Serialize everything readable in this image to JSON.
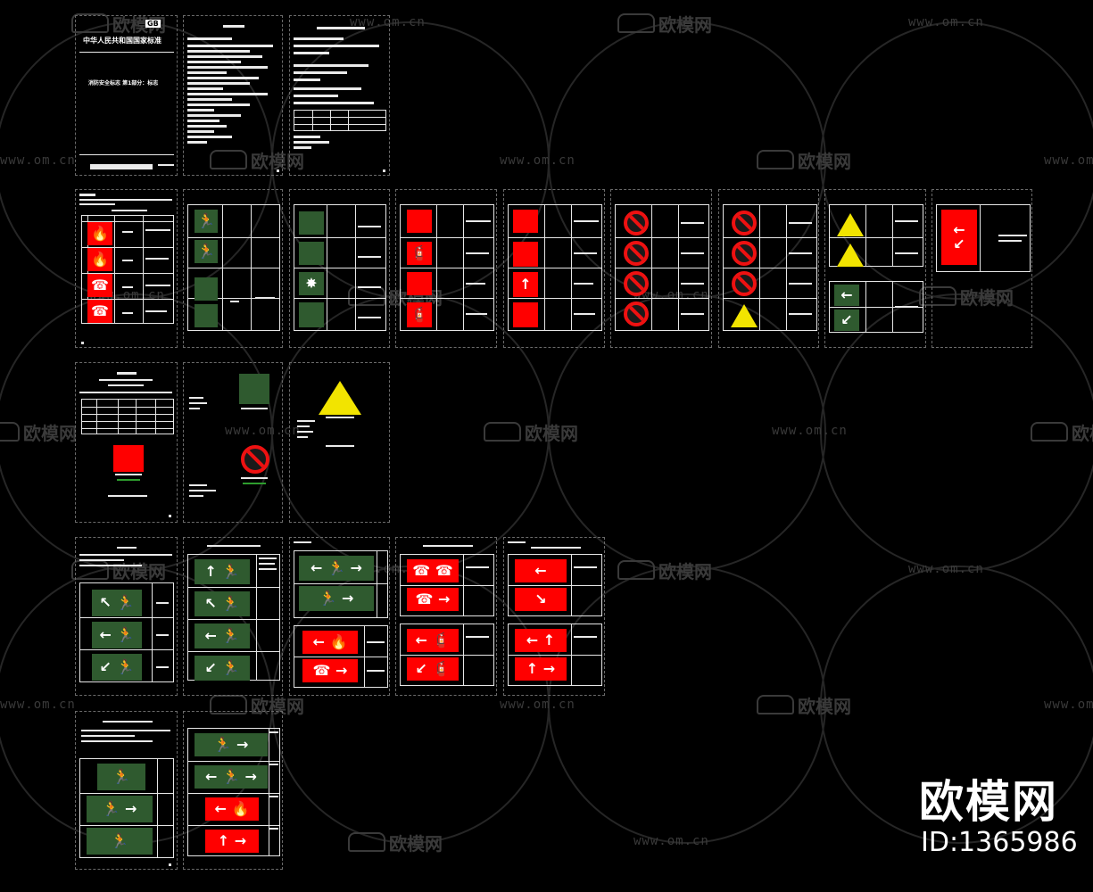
{
  "watermark": {
    "brand": "欧模网",
    "site": "www.om.cn"
  },
  "brand_logo": {
    "text": "欧模网",
    "id_label": "ID:1365986"
  },
  "cover": {
    "logo": "GB",
    "title": "中华人民共和国国家标准",
    "subtitle": "消防安全标志 第1部分：标志"
  },
  "glyphs": {
    "left": "←",
    "right": "→",
    "up": "↑",
    "down_left": "↙",
    "down_right": "↘",
    "up_left": "↖",
    "runner": "🏃",
    "fire": "🔥",
    "extinguisher": "🧯",
    "phone": "☎",
    "bang": "✸"
  },
  "colors": {
    "safe_green": "#2f5a2f",
    "fire_red": "#ff0000",
    "warn_yellow": "#f2e400",
    "prohibit_red": "#ee1111"
  }
}
